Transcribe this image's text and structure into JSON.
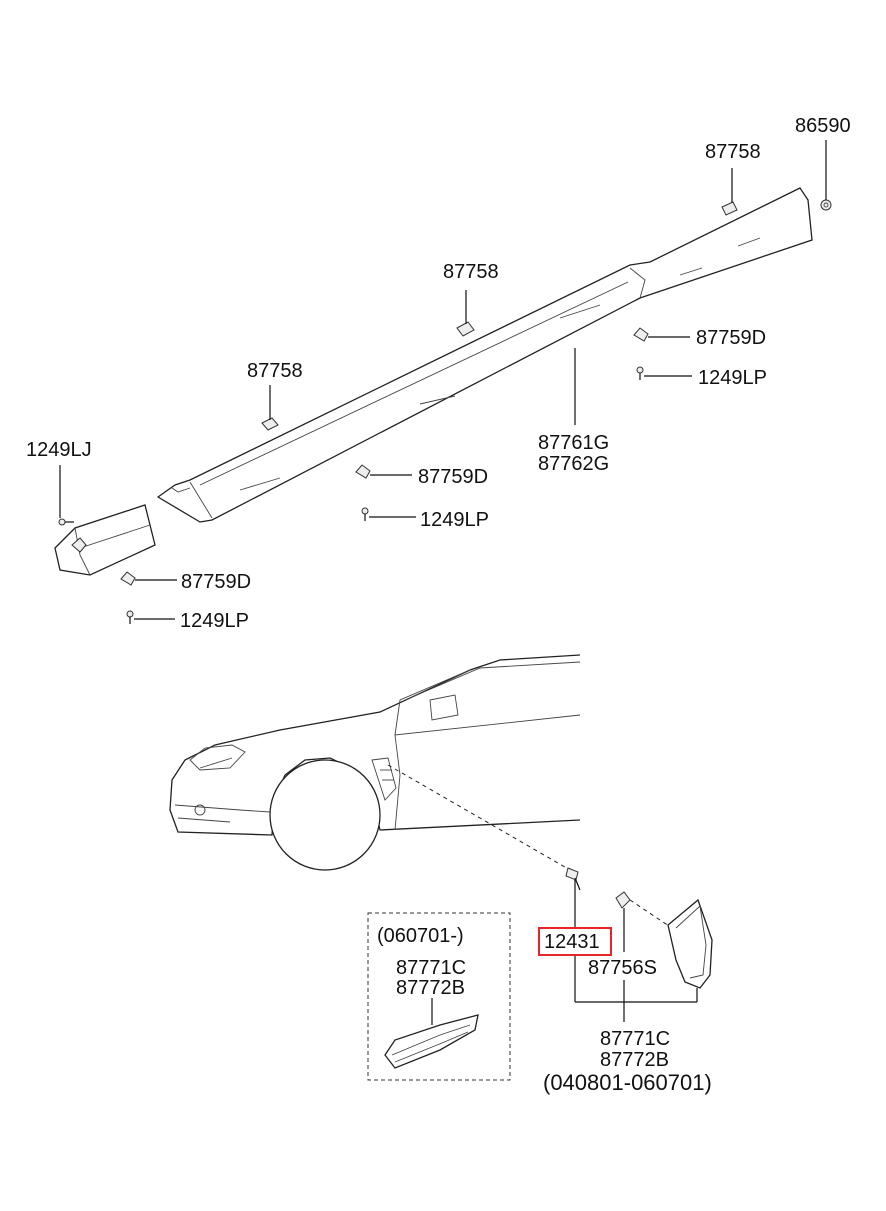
{
  "labels": {
    "p86590": "86590",
    "p87758_a": "87758",
    "p87758_b": "87758",
    "p87758_c": "87758",
    "p87759D_a": "87759D",
    "p87759D_b": "87759D",
    "p87759D_c": "87759D",
    "p1249LP_a": "1249LP",
    "p1249LP_b": "1249LP",
    "p1249LP_c": "1249LP",
    "p1249LJ": "1249LJ",
    "p87761G": "87761G",
    "p87762G": "87762G",
    "inset_date": "(060701-)",
    "inset_87771C": "87771C",
    "inset_87772B": "87772B",
    "p12431": "12431",
    "p87756S": "87756S",
    "main_87771C": "87771C",
    "main_87772B": "87772B",
    "main_date": "(040801-060701)"
  },
  "colors": {
    "highlight_box": "#e8262a"
  }
}
